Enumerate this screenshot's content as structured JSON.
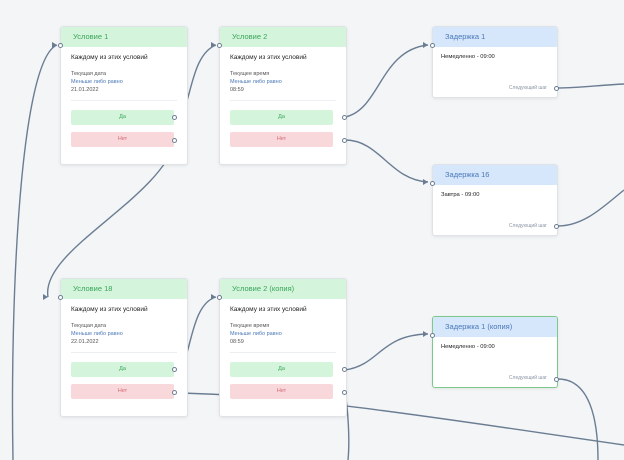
{
  "conditions": {
    "n1": {
      "title": "Условие 1",
      "subtitle": "Каждому из этих условий",
      "field": "Текущая дата",
      "operator": "Меньше либо равно",
      "value": "21.01.2022",
      "yes": "Да",
      "no": "Нет"
    },
    "n2": {
      "title": "Условие 2",
      "subtitle": "Каждому из этих условий",
      "field": "Текущее время",
      "operator": "Меньше либо равно",
      "value": "08:59",
      "yes": "Да",
      "no": "Нет"
    },
    "n18": {
      "title": "Условие 18",
      "subtitle": "Каждому из этих условий",
      "field": "Текущая дата",
      "operator": "Меньше либо равно",
      "value": "22.01.2022",
      "yes": "Да",
      "no": "Нет"
    },
    "n2c": {
      "title": "Условие 2 (копия)",
      "subtitle": "Каждому из этих условий",
      "field": "Текущее время",
      "operator": "Меньше либо равно",
      "value": "08:59",
      "yes": "Да",
      "no": "Нет"
    }
  },
  "delays": {
    "d1": {
      "title": "Задержка 1",
      "text": "Немедленно - 09:00",
      "footer": "Следующий шаг"
    },
    "d16": {
      "title": "Задержка 16",
      "text": "Завтра - 09:00",
      "footer": "Следующий шаг"
    },
    "d1c": {
      "title": "Задержка 1 (копия)",
      "text": "Немедленно - 09:00",
      "footer": "Следующий шаг"
    }
  },
  "colors": {
    "yes": "#d4f5dc",
    "no": "#f9d8dc",
    "condition_header": "#d4f5dc",
    "delay_header": "#d6e6fb",
    "connector": "#6b7d92"
  }
}
